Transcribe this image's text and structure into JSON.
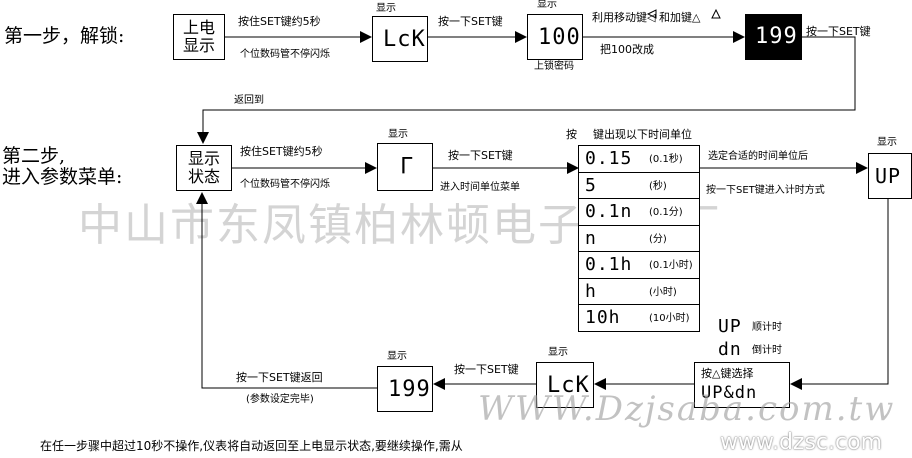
{
  "step1": {
    "label": "第一步，解锁:",
    "power_box": [
      "上电",
      "显示"
    ],
    "hold_set": "按住SET键约5秒",
    "digits_blink": "个位数码管不停闪烁",
    "display_label_1": "显示",
    "lck_display": "LcK",
    "press_set_1": "按一下SET键",
    "display_label_2": "显示",
    "code_display": "100",
    "lock_code": "上锁密码",
    "use_keys": "利用移动键◁ 和加键△",
    "change_100": "把100改成",
    "code_199": "199",
    "press_set_2": "按一下SET键"
  },
  "return_to": "返回到",
  "step2": {
    "label": [
      "第二步,",
      "进入参数菜单:"
    ],
    "status_box": [
      "显示",
      "状态"
    ],
    "hold_set": "按住SET键约5秒",
    "digits_blink": "个位数码管不停闪烁",
    "display_label": "显示",
    "menu_display": "Γ",
    "press_set": "按一下SET键",
    "enter_menu": "进入时间单位菜单",
    "press_key_hdr": "按",
    "press_key_hdr2": "键出现以下时间单位",
    "units": [
      {
        "code": "0.15",
        "desc": "(0.1秒)"
      },
      {
        "code": "5",
        "desc": "(秒)"
      },
      {
        "code": "0.1n",
        "desc": "(0.1分)"
      },
      {
        "code": "n",
        "desc": "(分)"
      },
      {
        "code": "0.1h",
        "desc": "(0.1小时)"
      },
      {
        "code": "h",
        "desc": "(小时)"
      },
      {
        "code": "10h",
        "desc": "(10小时)"
      }
    ],
    "choose_unit": "选定合适的时间单位后",
    "press_set_enter": "按一下SET键进入计时方式",
    "display_label_up": "显示",
    "up_display": "UP",
    "up_code": "UP",
    "up_desc": "顺计时",
    "dn_code": "dn",
    "dn_desc": "倒计时",
    "select_key": "按△键选择",
    "select_display": "UP&dn",
    "display_label_lck": "显示",
    "lck_display": "LcK",
    "press_set_back": "按一下SET键",
    "display_label_199": "显示",
    "display_199": "199",
    "press_set_return": "按一下SET键返回",
    "finished": "(参数设定完毕)"
  },
  "footer_note": "在任一步骤中超过10秒不操作,仪表将自动返回至上电显示状态,要继续操作,需从",
  "watermarks": {
    "company": "中山市东凤镇柏林顿电子电器厂",
    "site1": "WWW.Dzjsaba.com.tw",
    "site2": "www.dzsc.com"
  }
}
